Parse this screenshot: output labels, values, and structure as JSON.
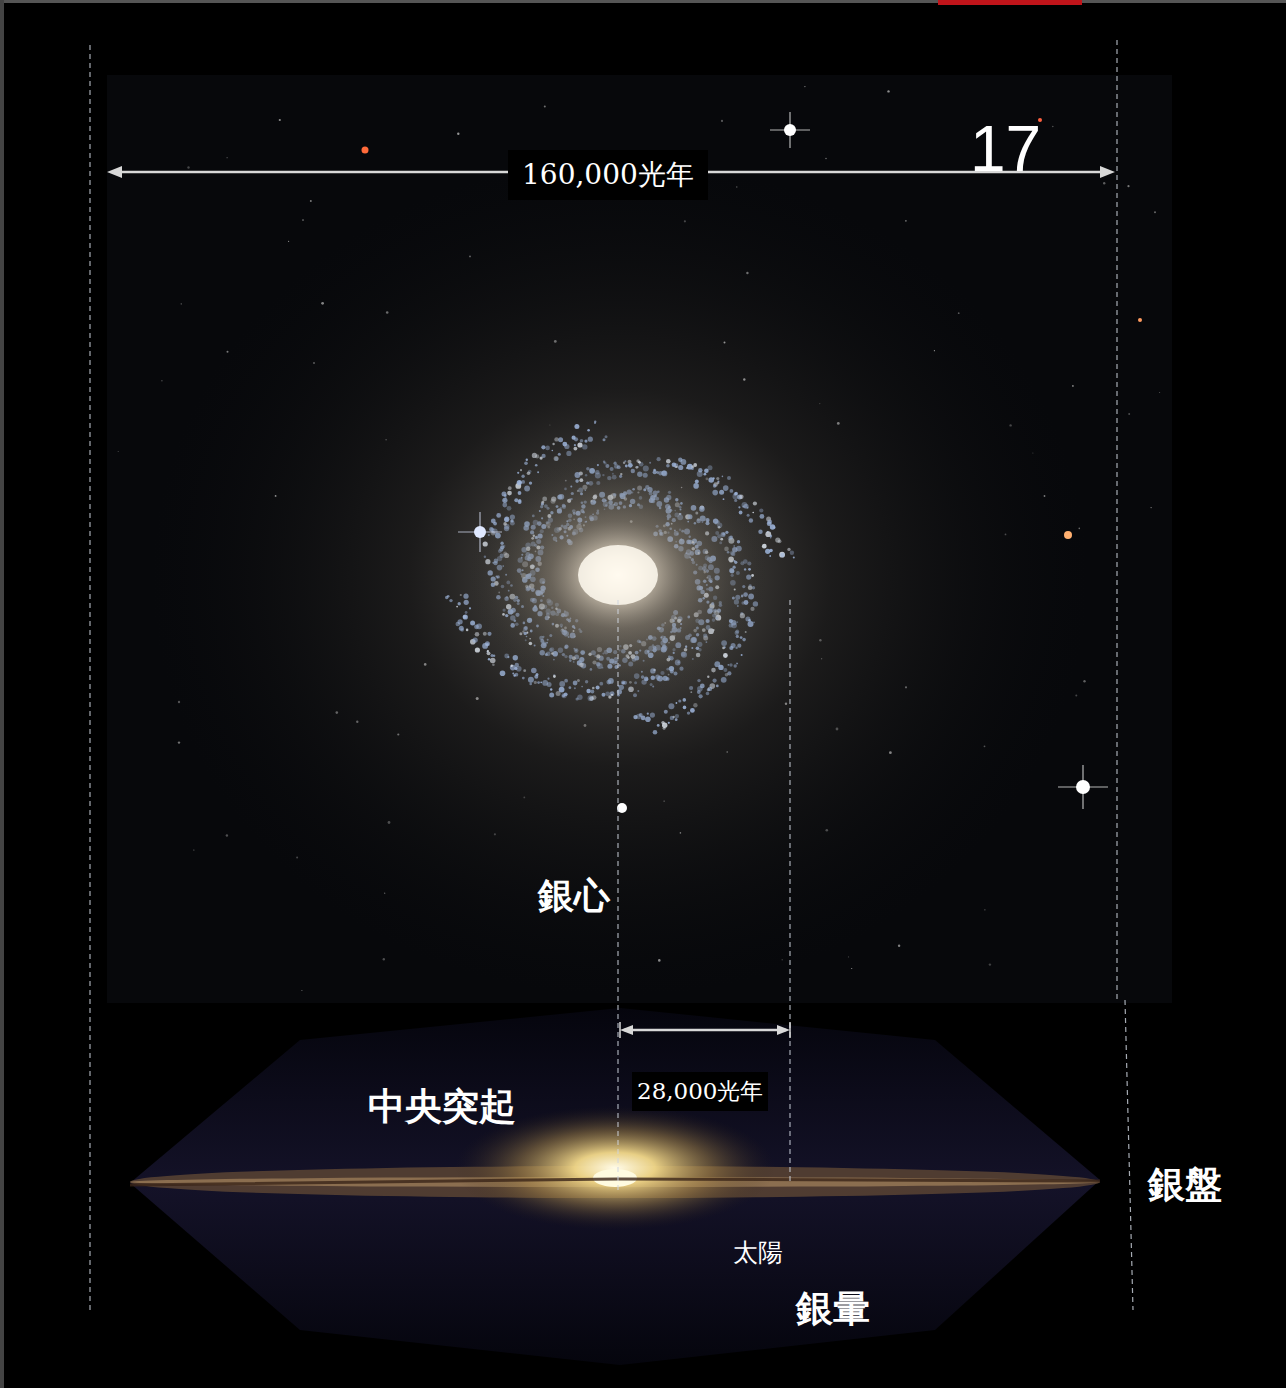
{
  "diagram": {
    "nodes": [
      {
        "text": [
          "160,000光年"
        ]
      },
      {
        "text": [
          "28,000光年"
        ]
      }
    ],
    "labels": [
      "17",
      "銀心",
      "中央突起",
      "銀盤",
      "太陽",
      "銀暈"
    ]
  }
}
